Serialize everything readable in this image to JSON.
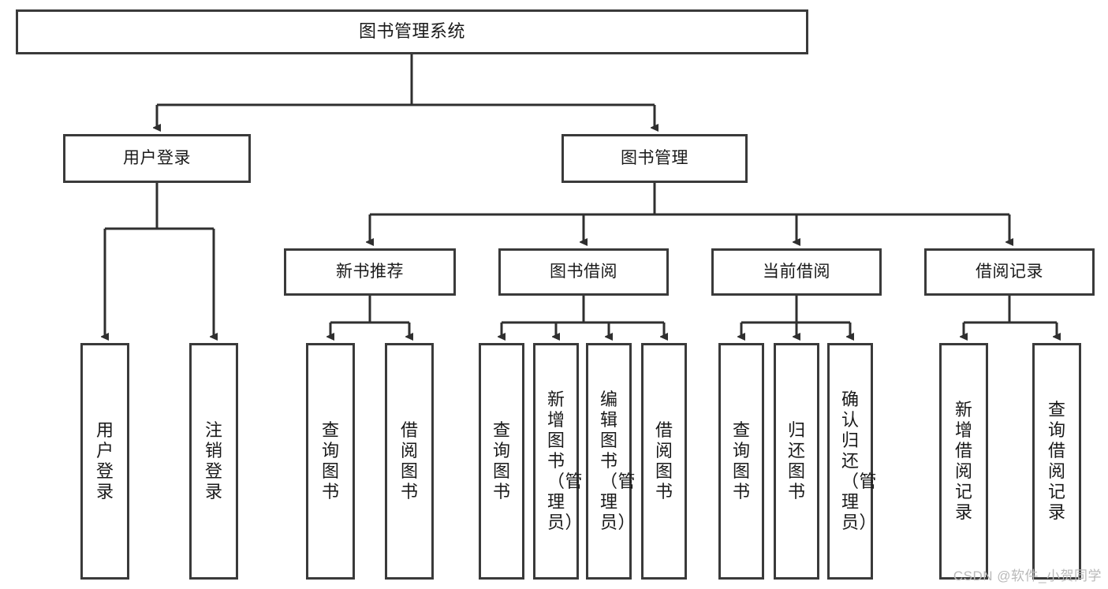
{
  "diagram": {
    "title": "图书管理系统",
    "type": "tree",
    "root": {
      "label": "图书管理系统"
    },
    "level1": [
      {
        "label": "用户登录"
      },
      {
        "label": "图书管理"
      }
    ],
    "level2": [
      {
        "label": "新书推荐"
      },
      {
        "label": "图书借阅"
      },
      {
        "label": "当前借阅"
      },
      {
        "label": "借阅记录"
      }
    ],
    "leaves": {
      "user_login": [
        {
          "label": "用户登录"
        },
        {
          "label": "注销登录"
        }
      ],
      "new_books": [
        {
          "label": "查询图书"
        },
        {
          "label": "借阅图书"
        }
      ],
      "book_borrow": [
        {
          "label": "查询图书"
        },
        {
          "label": "新增图书（管理员）"
        },
        {
          "label": "编辑图书（管理员）"
        },
        {
          "label": "借阅图书"
        }
      ],
      "current_borrow": [
        {
          "label": "查询图书"
        },
        {
          "label": "归还图书"
        },
        {
          "label": "确认归还（管理员）"
        }
      ],
      "borrow_record": [
        {
          "label": "新增借阅记录"
        },
        {
          "label": "查询借阅记录"
        }
      ]
    }
  },
  "watermark": {
    "text": "CSDN @软件_小贺同学"
  },
  "colors": {
    "border": "#3a3a3a",
    "background": "#ffffff",
    "text": "#1a1a1a",
    "watermark": "#b9b9b9"
  }
}
